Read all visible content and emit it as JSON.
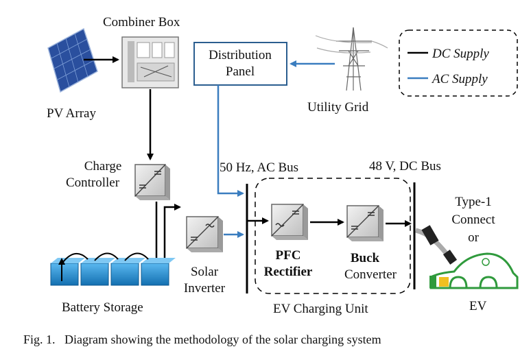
{
  "figure": {
    "caption": "Fig. 1.   Diagram showing the methodology of the solar charging system"
  },
  "components": {
    "pv_array": "PV Array",
    "combiner_box": "Combiner Box",
    "distribution_panel": [
      "Distribution",
      "Panel"
    ],
    "utility_grid": "Utility Grid",
    "charge_controller": [
      "Charge",
      "Controller"
    ],
    "battery_storage": "Battery Storage",
    "solar_inverter": [
      "Solar",
      "Inverter"
    ],
    "ac_bus": "50 Hz, AC Bus",
    "dc_bus": "48 V, DC Bus",
    "pfc_rectifier": [
      "PFC",
      "Rectifier"
    ],
    "buck_converter": [
      "Buck",
      "Converter"
    ],
    "ev_charging_unit": "EV Charging Unit",
    "connector": [
      "Type-1",
      "Connect",
      "or"
    ],
    "ev": "EV"
  },
  "legend": {
    "dc": "DC Supply",
    "ac": "AC Supply"
  },
  "colors": {
    "dc_line": "#000000",
    "ac_line": "#3a7dbf",
    "converter_fill": "#d9d9d9",
    "battery": "#1e8fd6",
    "panel": "#2a4f9e",
    "ev_green": "#2f9a3c"
  }
}
